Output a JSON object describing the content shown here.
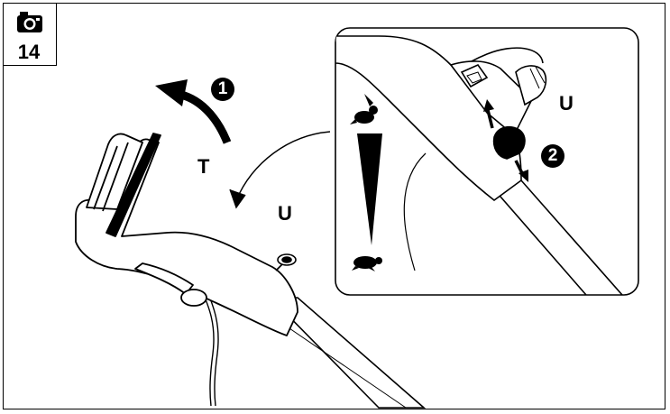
{
  "badge": {
    "number": "14",
    "icon": "camera-icon"
  },
  "labels": {
    "T": "T",
    "U_main": "U",
    "U_inset": "U",
    "step1": "1",
    "step2": "2"
  },
  "icons": {
    "fast": "rabbit-icon",
    "slow": "turtle-icon",
    "rotate_arrow": "curved-arrow-icon"
  }
}
